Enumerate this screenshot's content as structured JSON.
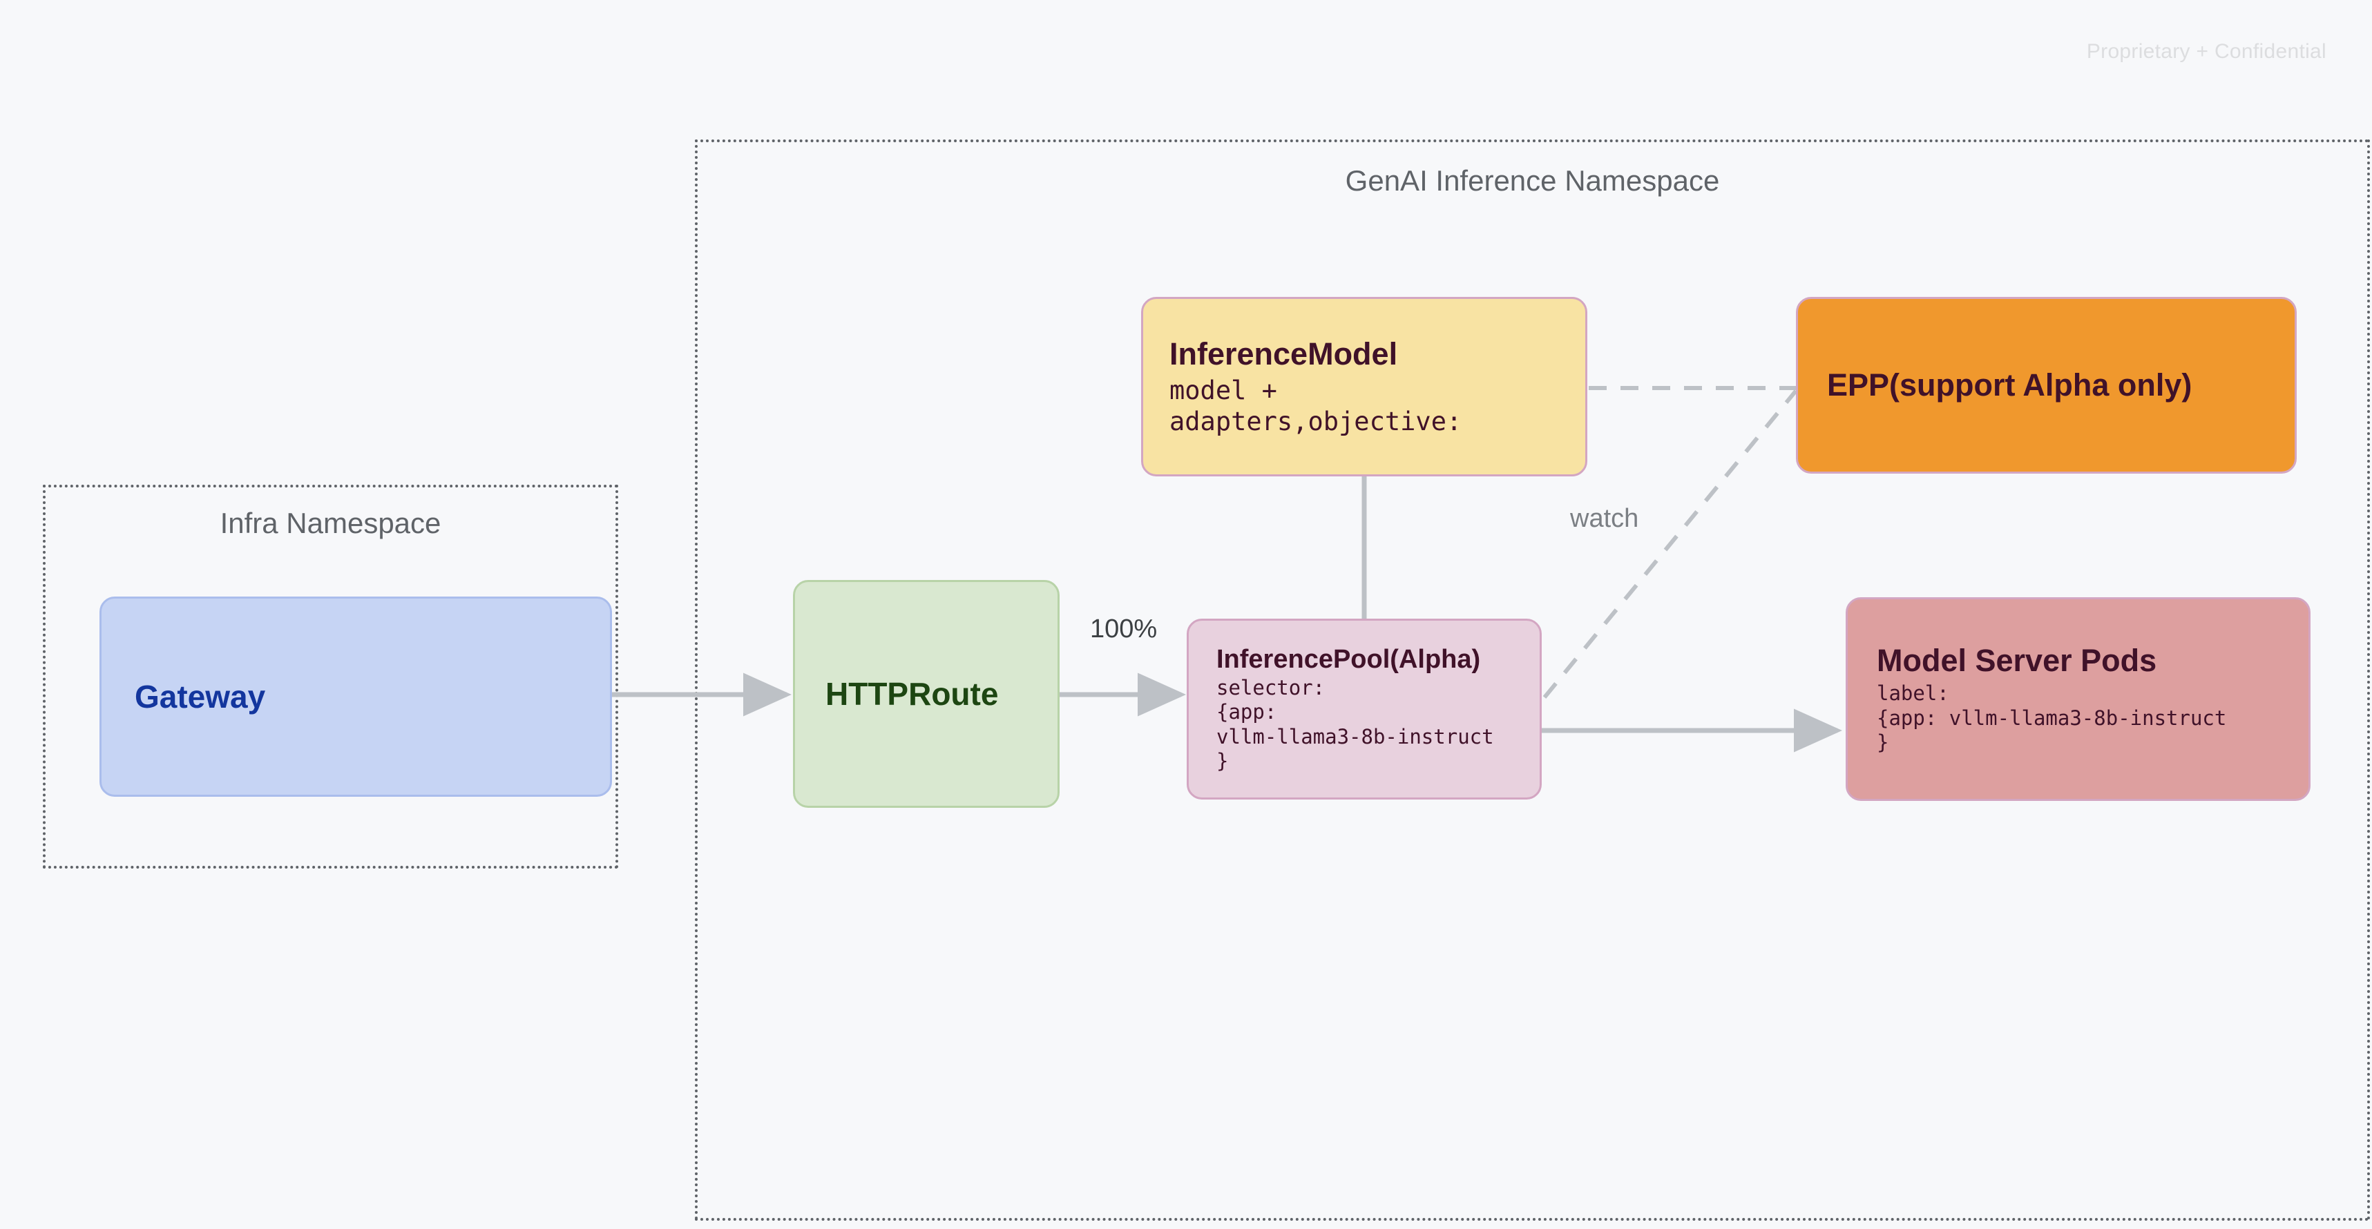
{
  "watermark": "Proprietary + Confidential",
  "namespaces": [
    {
      "id": "infra",
      "title": "Infra Namespace"
    },
    {
      "id": "genai",
      "title": "GenAI Inference Namespace"
    }
  ],
  "nodes": {
    "gateway": {
      "title": "Gateway"
    },
    "httproute": {
      "title": "HTTPRoute"
    },
    "inference_model": {
      "title": "InferenceModel",
      "sub": "model +\nadapters,objective:"
    },
    "inference_pool": {
      "title": "InferencePool(Alpha)",
      "sub": "selector:\n{app:\nvllm-llama3-8b-instruct\n}"
    },
    "epp": {
      "title": "EPP(support Alpha only)"
    },
    "model_server_pods": {
      "title": "Model Server Pods",
      "sub": "label:\n{app: vllm-llama3-8b-instruct\n}"
    }
  },
  "edges": {
    "traffic_split": "100%",
    "watch": "watch"
  },
  "colors": {
    "canvas_bg": "#f7f8fa",
    "gateway_fill": "#c6d4f4",
    "gateway_text": "#13369e",
    "httproute_fill": "#d9e8d0",
    "httproute_text": "#1d4612",
    "inference_model_fill": "#f8e3a3",
    "inference_pool_fill": "#e8d1de",
    "epp_fill": "#f0982d",
    "model_server_pods_fill": "#dd9f9f",
    "node_border": "#d3a6c2",
    "dark_text": "#401229",
    "namespace_border": "#5f6368",
    "connector": "#bdc1c6"
  }
}
